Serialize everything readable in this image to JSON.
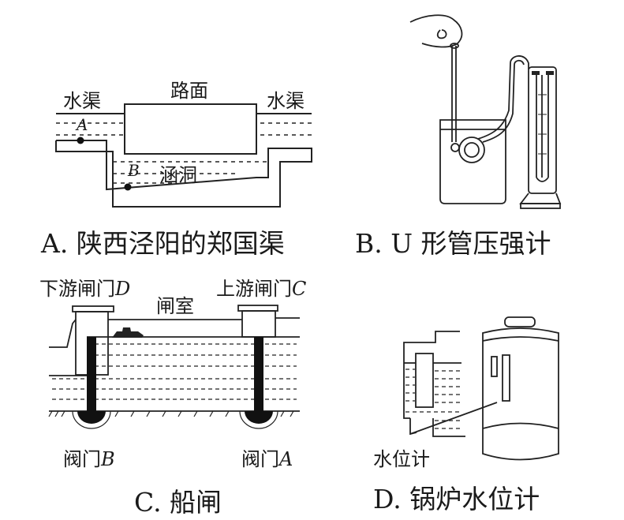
{
  "panels": {
    "A": {
      "caption": "A. 陕西泾阳的郑国渠",
      "labels": {
        "water_channel_left": "水渠",
        "road_surface": "路面",
        "water_channel_right": "水渠",
        "point_a": "A",
        "point_b": "B",
        "culvert": "涵洞"
      }
    },
    "B": {
      "caption": "B. U 形管压强计"
    },
    "C": {
      "caption": "C. 船闸",
      "labels": {
        "downstream_gate": "下游闸门",
        "downstream_gate_letter": "D",
        "lock_chamber": "闸室",
        "upstream_gate": "上游闸门",
        "upstream_gate_letter": "C",
        "valve_b": "阀门",
        "valve_b_letter": "B",
        "valve_a": "阀门",
        "valve_a_letter": "A"
      }
    },
    "D": {
      "caption": "D. 锅炉水位计",
      "labels": {
        "water_gauge": "水位计"
      }
    }
  }
}
